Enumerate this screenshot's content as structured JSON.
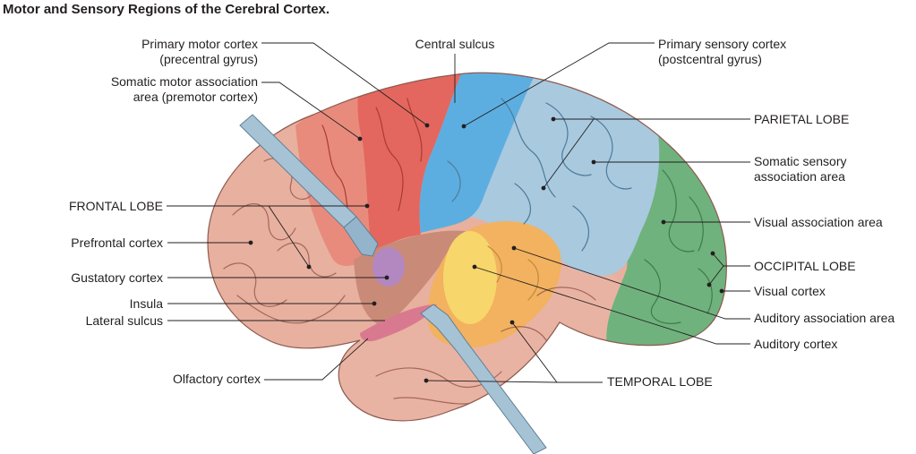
{
  "figure": {
    "title": "Motor and Sensory Regions of the Cerebral Cortex."
  },
  "labels": {
    "primary_motor_cortex": [
      "Primary motor cortex",
      "(precentral gyrus)"
    ],
    "somatic_motor_association": [
      "Somatic motor association",
      "area (premotor cortex)"
    ],
    "central_sulcus": "Central sulcus",
    "primary_sensory_cortex": [
      "Primary sensory cortex",
      "(postcentral gyrus)"
    ],
    "parietal_lobe": "PARIETAL LOBE",
    "somatic_sensory_association": [
      "Somatic sensory",
      "association area"
    ],
    "visual_association_area": "Visual association area",
    "occipital_lobe": "OCCIPITAL LOBE",
    "visual_cortex": "Visual cortex",
    "auditory_association_area": "Auditory association area",
    "auditory_cortex": "Auditory cortex",
    "temporal_lobe": "TEMPORAL LOBE",
    "olfactory_cortex": "Olfactory cortex",
    "frontal_lobe": "FRONTAL LOBE",
    "prefrontal_cortex": "Prefrontal cortex",
    "gustatory_cortex": "Gustatory cortex",
    "insula": "Insula",
    "lateral_sulcus": "Lateral sulcus"
  },
  "colors": {
    "frontal": "#e8b09f",
    "primary_motor": "#e3675e",
    "premotor": "#e88b7c",
    "primary_sensory": "#5daee0",
    "parietal": "#a9c9df",
    "occipital": "#6fb27d",
    "temporal": "#e9b3a3",
    "auditory_association": "#f2b25f",
    "auditory_cortex": "#f7d66b",
    "gustatory": "#b087c9",
    "olfactory": "#d9798f",
    "insula": "#c98b78",
    "retractor": "#a6c3d6"
  }
}
